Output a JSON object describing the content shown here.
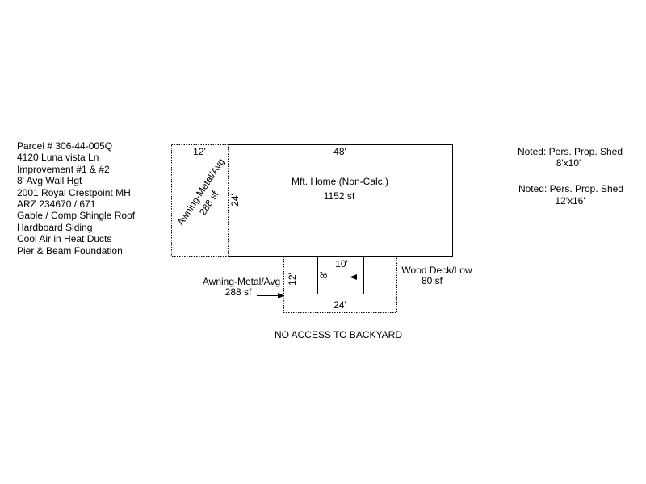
{
  "parcel_info": [
    "Parcel # 306-44-005Q",
    "4120 Luna vista Ln",
    "Improvement #1 & #2",
    "8' Avg Wall Hgt",
    "2001 Royal Crestpoint MH",
    "ARZ 234670 / 671",
    "Gable / Comp Shingle Roof",
    "Hardboard Siding",
    "Cool Air in Heat Ducts",
    "Pier & Beam Foundation"
  ],
  "home": {
    "label": "Mft. Home (Non-Calc.)",
    "area": "1152 sf",
    "length": "48'",
    "width": "24'"
  },
  "awning_left": {
    "label": "Awning-Metal/Avg",
    "area": "288 sf",
    "width": "12'"
  },
  "awning_bottom": {
    "label": "Awning-Metal/Avg",
    "area": "288 sf",
    "depth": "12'",
    "length": "24'"
  },
  "deck": {
    "label": "Wood Deck/Low",
    "area": "80 sf",
    "width": "10'",
    "depth": "8'"
  },
  "notes": [
    {
      "title": "Noted: Pers. Prop. Shed",
      "size": "8'x10'"
    },
    {
      "title": "Noted: Pers. Prop. Shed",
      "size": "12'x16'"
    }
  ],
  "footer_note": "NO ACCESS TO BACKYARD"
}
